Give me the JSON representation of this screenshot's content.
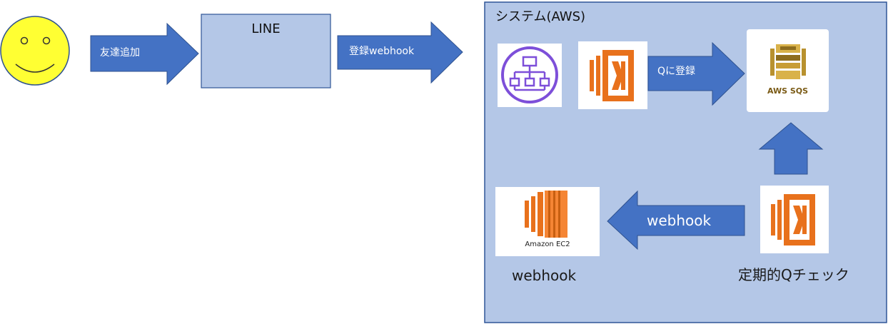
{
  "user": {
    "icon": "smiley-face-icon"
  },
  "arrows": {
    "friend_add": "友達追加",
    "register_webhook": "登録webhook",
    "q_register": "Qに登録",
    "webhook": "webhook"
  },
  "line_box": {
    "title": "LINE"
  },
  "system": {
    "title": "システム(AWS)"
  },
  "icons": {
    "step_functions": "step-functions-icon",
    "lambda": "aws-lambda-icon",
    "sqs_label": "AWS SQS",
    "ec2_label": "Amazon EC2"
  },
  "captions": {
    "ec2": "webhook",
    "scheduled": "定期的Qチェック"
  },
  "colors": {
    "arrow_fill": "#4472c4",
    "arrow_stroke": "#2f528f",
    "box_fill": "#b4c7e7",
    "box_stroke": "#2f5597",
    "smiley_fill": "#ffff33",
    "lambda_orange": "#e8711c",
    "step_purple": "#7d4fd9",
    "sqs_gold": "#b8912e"
  }
}
